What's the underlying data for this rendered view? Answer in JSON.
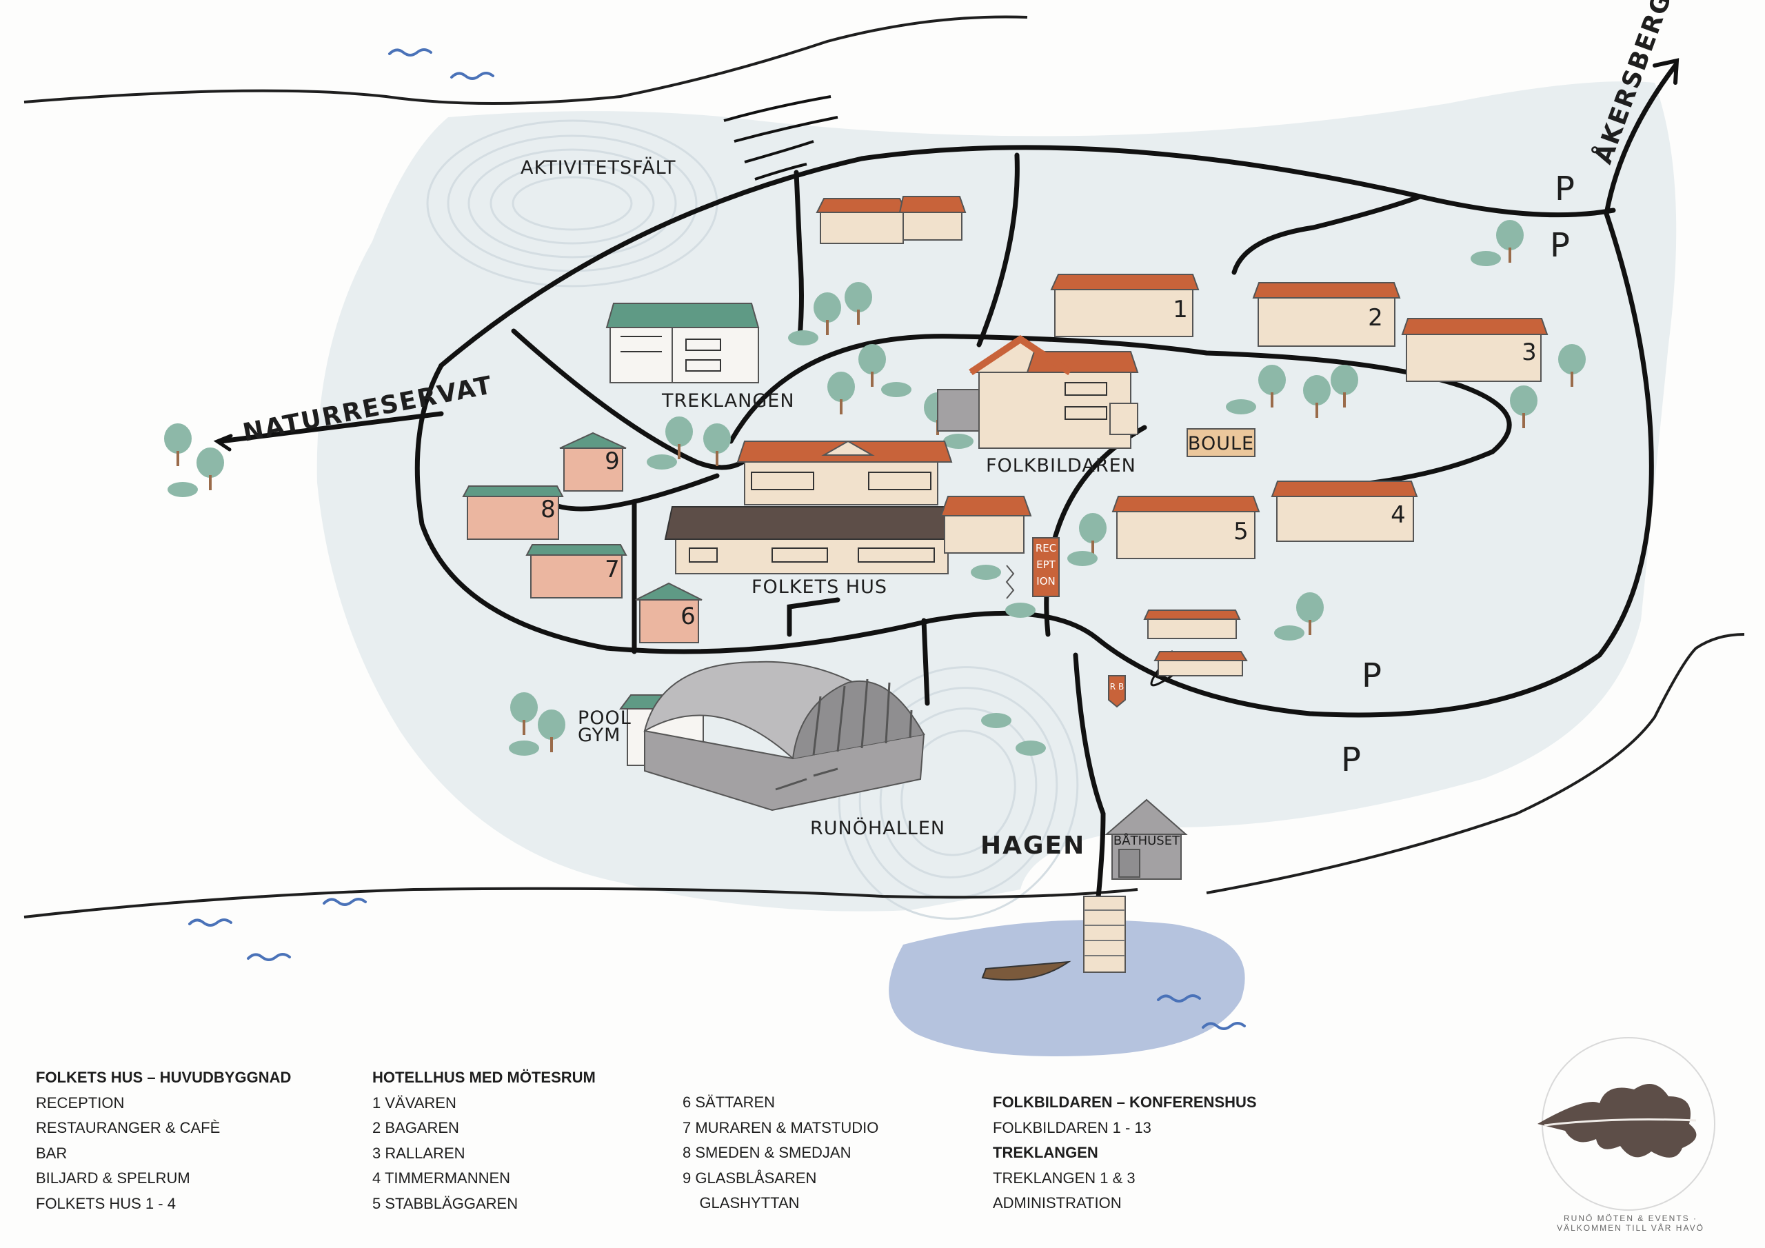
{
  "map": {
    "labels": {
      "aktivitetsfalt": "AKTIVITETSFÄLT",
      "naturreservat": "NATURRESERVAT",
      "akersberga": "ÅKERSBERGA",
      "treklangen": "TREKLANGEN",
      "folkbildaren": "FOLKBILDAREN",
      "folkets_hus": "FOLKETS HUS",
      "boule": "BOULE",
      "reception": [
        "REC",
        "EPT",
        "ION"
      ],
      "pool": "POOL",
      "gym": "GYM",
      "runohallen": "RUNÖHALLEN",
      "hagen": "HAGEN",
      "bathuset": "BÅTHUSET",
      "rb_sign": "R B"
    },
    "hotel_numbers": [
      "1",
      "2",
      "3",
      "4",
      "5",
      "6",
      "7",
      "8",
      "9"
    ],
    "parking_label": "P",
    "colors": {
      "land": "#e8eef0",
      "water": "#b5c3de",
      "roof": "#c8633a",
      "roof_green": "#5f9a85",
      "wall": "#f1e1cc",
      "wall_pink": "#ebb6a0",
      "tree": "#8db8a8",
      "hall": "#a3a1a3"
    }
  },
  "legend": {
    "col1": {
      "heading": "FOLKETS HUS – HUVUDBYGGNAD",
      "items": [
        "RECEPTION",
        "RESTAURANGER & CAFÈ",
        "BAR",
        "BILJARD & SPELRUM",
        "FOLKETS HUS  1 - 4"
      ]
    },
    "col2": {
      "heading": "HOTELLHUS MED MÖTESRUM",
      "items": [
        "1  VÄVAREN",
        "2  BAGAREN",
        "3  RALLAREN",
        "4  TIMMERMANNEN",
        "5  STABBLÄGGAREN"
      ]
    },
    "col3": {
      "items": [
        "6  SÄTTAREN",
        "7  MURAREN & MATSTUDIO",
        "8  SMEDEN & SMEDJAN",
        "9  GLASBLÅSAREN",
        "    GLASHYTTAN"
      ]
    },
    "col4": {
      "heading1": "FOLKBILDAREN – KONFERENSHUS",
      "item1": "FOLKBILDAREN  1 - 13",
      "heading2": "TREKLANGEN",
      "items2": [
        "TREKLANGEN  1 & 3",
        "ADMINISTRATION"
      ]
    }
  },
  "logo": {
    "text": "RUNÖ MÖTEN & EVENTS · VÄLKOMMEN TILL VÅR HAVÖ",
    "icon": "oak-leaf-icon"
  }
}
